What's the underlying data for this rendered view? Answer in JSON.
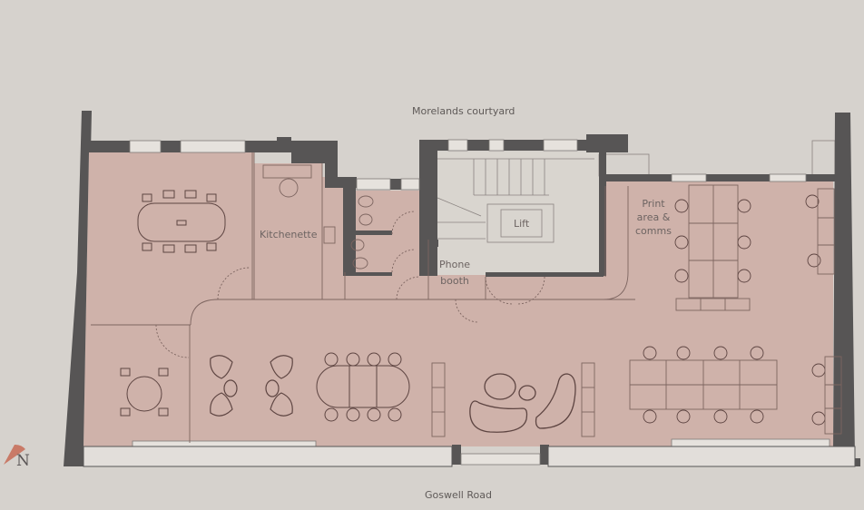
{
  "plan": {
    "streets": {
      "north": "Morelands courtyard",
      "south": "Goswell Road"
    },
    "rooms": [
      {
        "id": "kitchenette",
        "label": "Kitchenette"
      },
      {
        "id": "phone-booth",
        "label": "Phone\nbooth"
      },
      {
        "id": "lift",
        "label": "Lift"
      },
      {
        "id": "print-area",
        "label": "Print\narea &\ncomms"
      }
    ],
    "compass": {
      "label": "N"
    },
    "colors": {
      "background": "#d6d2cd",
      "floor": "#cfb2aa",
      "wall": "#575555",
      "core": "#d9d5cf",
      "line": "#6b5552",
      "compass": "#c97a67"
    }
  }
}
